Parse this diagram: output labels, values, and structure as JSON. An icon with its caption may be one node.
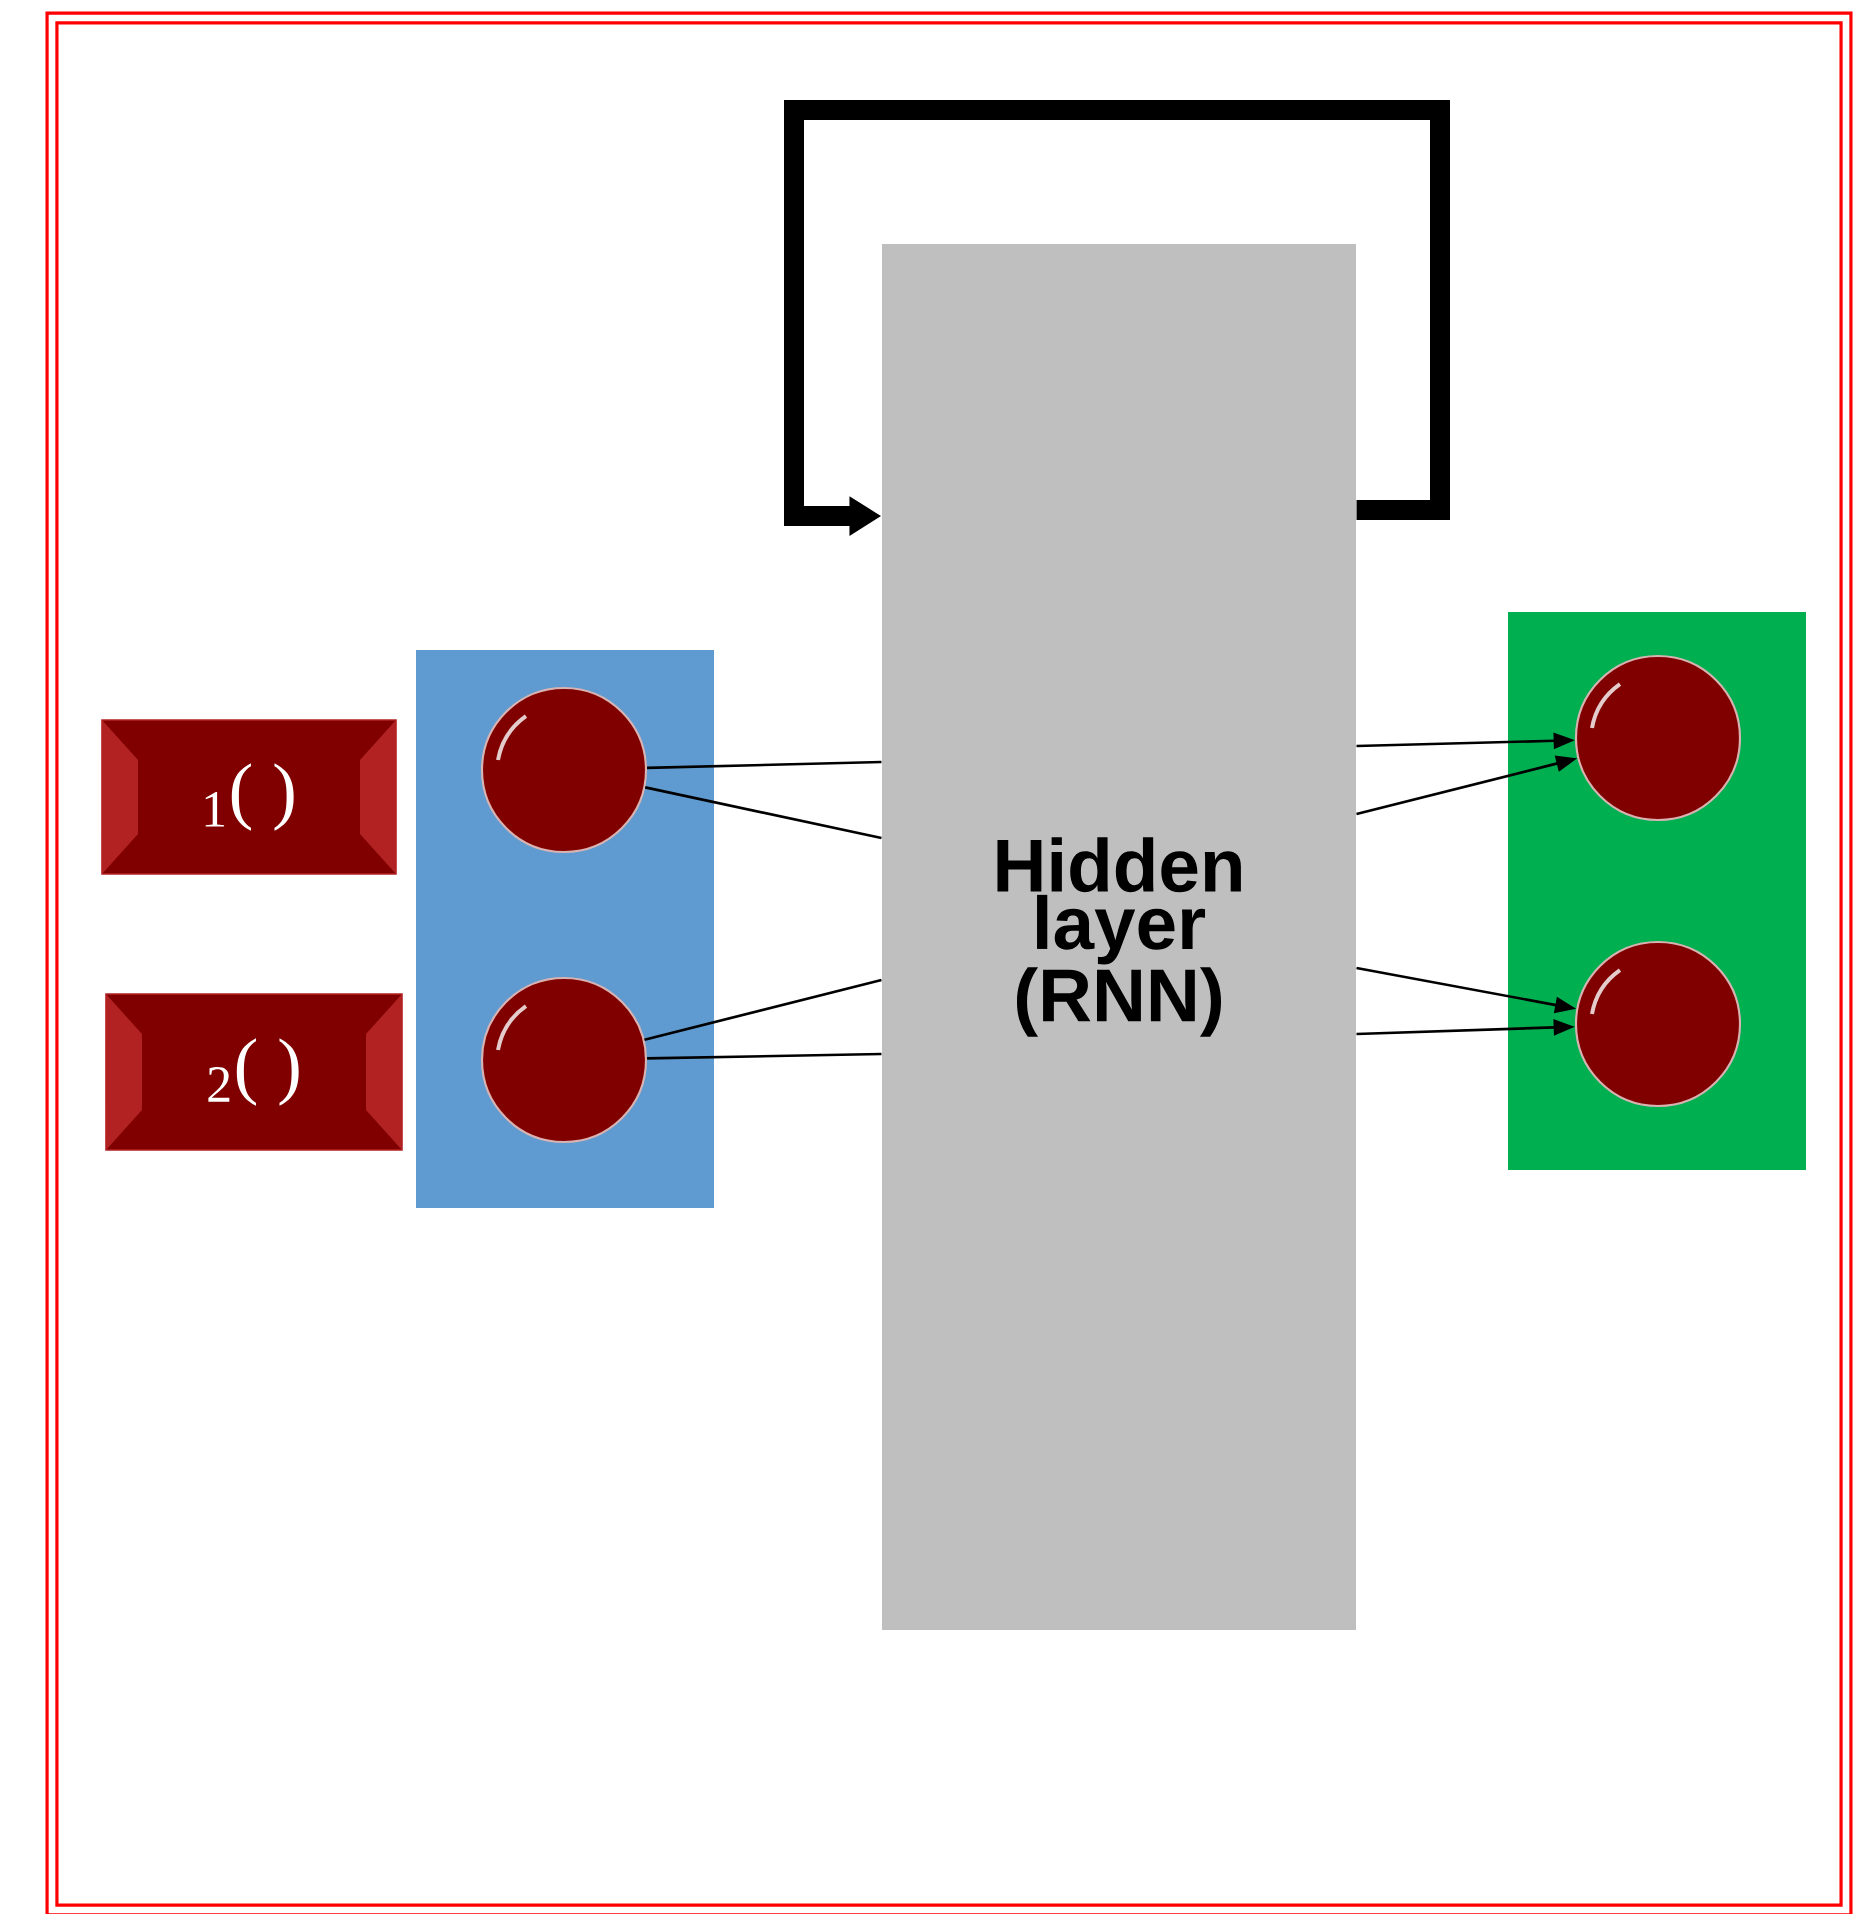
{
  "diagram": {
    "nodes": [
      {
        "text": [
          "$_{1}$( )"
        ]
      },
      {
        "text": [
          "$_{2}$( )"
        ]
      },
      {
        "text": [],
        "shape": "box"
      },
      {
        "text": [],
        "shape": "circle",
        "in": 2
      },
      {
        "text": [],
        "shape": "circle",
        "in": 2
      },
      {
        "text": [
          "Hidden layer (RNN)"
        ]
      },
      {
        "text": [],
        "shape": "box"
      },
      {
        "text": [],
        "shape": "circle",
        "in": 6
      },
      {
        "text": [],
        "shape": "circle",
        "in": 6
      }
    ],
    "edges": [
      {
        "from": 5,
        "to": 5,
        "arrow": "to",
        "style": "thick"
      },
      {
        "from": 3,
        "to": 5,
        "arrow": "none"
      },
      {
        "from": 3,
        "to": 5,
        "arrow": "none"
      },
      {
        "from": 4,
        "to": 5,
        "arrow": "none"
      },
      {
        "from": 4,
        "to": 5,
        "arrow": "none"
      },
      {
        "from": 5,
        "to": 7,
        "arrow": "to"
      },
      {
        "from": 5,
        "to": 7,
        "arrow": "to"
      },
      {
        "from": 5,
        "to": 8,
        "arrow": "to"
      },
      {
        "from": 5,
        "to": 8,
        "arrow": "to"
      }
    ]
  }
}
